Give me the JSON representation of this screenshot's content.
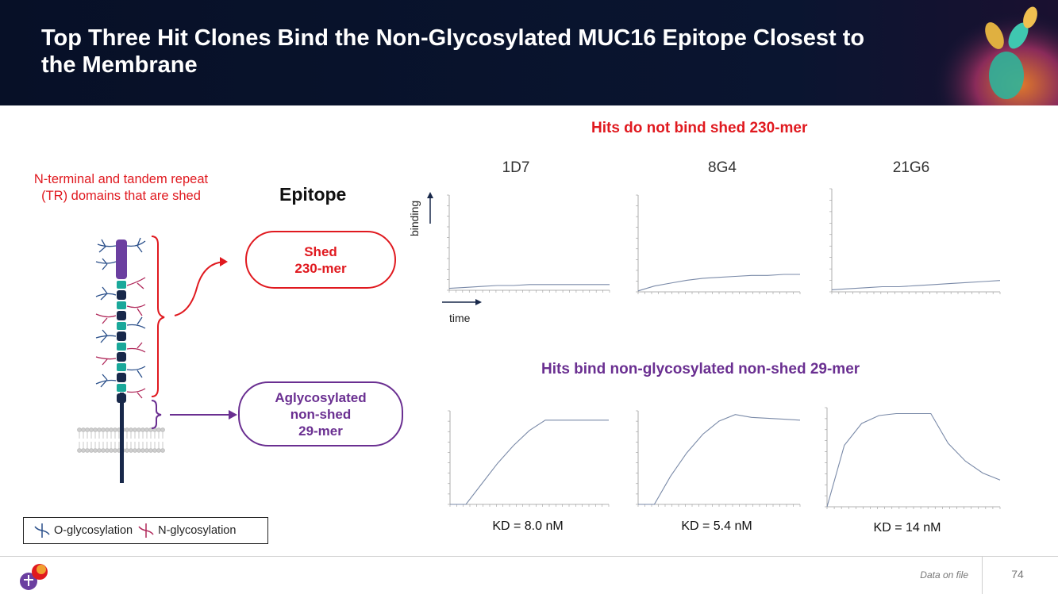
{
  "slide": {
    "title": "Top Three Hit Clones Bind the Non-Glycosylated MUC16 Epitope Closest to the Membrane",
    "page_number": "74",
    "footnote": "Data on file"
  },
  "diagram": {
    "shed_label": "N-terminal and tandem repeat (TR) domains that are shed",
    "epitope_title": "Epitope",
    "shed_pill": "Shed\n230-mer",
    "non_shed_pill": "Aglycosylated\nnon-shed\n29-mer",
    "legend": {
      "o_glyco": "O-glycosylation",
      "n_glyco": "N-glycosylation"
    },
    "colors": {
      "red": "#e0191f",
      "purple": "#6a2f91",
      "teal": "#1aa89a",
      "navy": "#18284a",
      "violet": "#6b3fa0"
    }
  },
  "panels": {
    "top_title": "Hits do not bind shed 230-mer",
    "bottom_title": "Hits bind non-glycosylated non-shed 29-mer",
    "clones": [
      "1D7",
      "8G4",
      "21G6"
    ],
    "axis_y_word": "binding",
    "axis_x_word": "time",
    "kd": [
      "KD = 8.0 nM",
      "KD = 5.4 nM",
      "KD = 14 nM"
    ]
  },
  "chart_data": [
    {
      "type": "line",
      "title": "1D7",
      "xlabel": "time",
      "ylabel": "binding",
      "series": [
        {
          "values": [
            0.02,
            0.03,
            0.04,
            0.05,
            0.05,
            0.06,
            0.06,
            0.06,
            0.06,
            0.06,
            0.06
          ]
        }
      ]
    },
    {
      "type": "line",
      "title": "8G4",
      "series": [
        {
          "values": [
            0.01,
            0.06,
            0.09,
            0.12,
            0.14,
            0.15,
            0.16,
            0.17,
            0.17,
            0.18,
            0.18
          ]
        }
      ]
    },
    {
      "type": "line",
      "title": "21G6",
      "series": [
        {
          "values": [
            0.02,
            0.03,
            0.04,
            0.05,
            0.05,
            0.06,
            0.07,
            0.08,
            0.09,
            0.1,
            0.11
          ]
        }
      ]
    },
    {
      "type": "line",
      "series": [
        {
          "values": [
            0.0,
            0.0,
            0.22,
            0.44,
            0.63,
            0.79,
            0.9,
            0.9,
            0.9,
            0.9,
            0.9
          ]
        }
      ]
    },
    {
      "type": "line",
      "series": [
        {
          "values": [
            0.0,
            0.0,
            0.3,
            0.55,
            0.75,
            0.89,
            0.96,
            0.93,
            0.92,
            0.91,
            0.9
          ]
        }
      ]
    },
    {
      "type": "line",
      "series": [
        {
          "values": [
            0.0,
            0.62,
            0.84,
            0.92,
            0.94,
            0.94,
            0.94,
            0.64,
            0.46,
            0.34,
            0.27
          ]
        }
      ]
    }
  ]
}
